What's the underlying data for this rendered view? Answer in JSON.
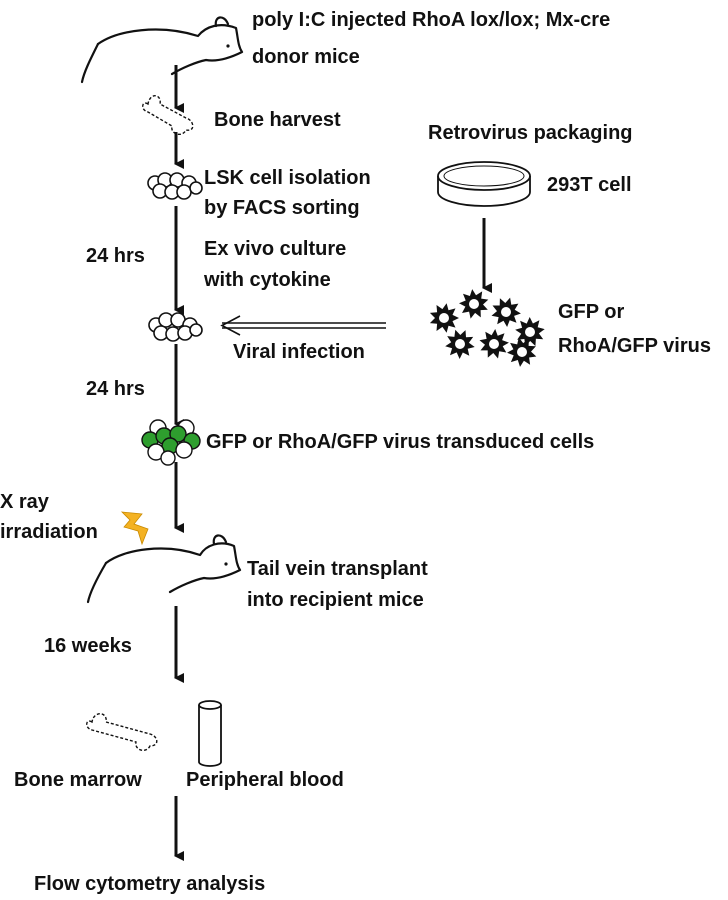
{
  "steps": {
    "donor_line1": "poly I:C injected RhoA lox/lox; Mx-cre",
    "donor_line2": "donor mice",
    "bone_harvest": "Bone harvest",
    "lsk_line1": "LSK cell isolation",
    "lsk_line2": "by FACS sorting",
    "culture_time": "24 hrs",
    "culture_line1": "Ex vivo culture",
    "culture_line2": "with cytokine",
    "infection": "Viral infection",
    "infection_time": "24 hrs",
    "transduced": "GFP or RhoA/GFP virus transduced cells",
    "xray_line1": "X ray",
    "xray_line2": "irradiation",
    "transplant_line1": "Tail vein transplant",
    "transplant_line2": "into recipient mice",
    "wait_time": "16 weeks",
    "bone_marrow": "Bone marrow",
    "peripheral_blood": "Peripheral blood",
    "analysis": "Flow cytometry analysis"
  },
  "virus_branch": {
    "title": "Retrovirus packaging",
    "cell_label": "293T cell",
    "virus_line1": "GFP or",
    "virus_line2": "RhoA/GFP virus"
  },
  "icons": [
    "mouse-icon",
    "bone-icon",
    "cell-cluster-icon",
    "petri-dish-icon",
    "virus-icon",
    "lightning-icon",
    "tube-icon"
  ],
  "colors": {
    "gfp_cell": "#2e9e2e",
    "lightning": "#f4b223",
    "ink": "#111111"
  }
}
